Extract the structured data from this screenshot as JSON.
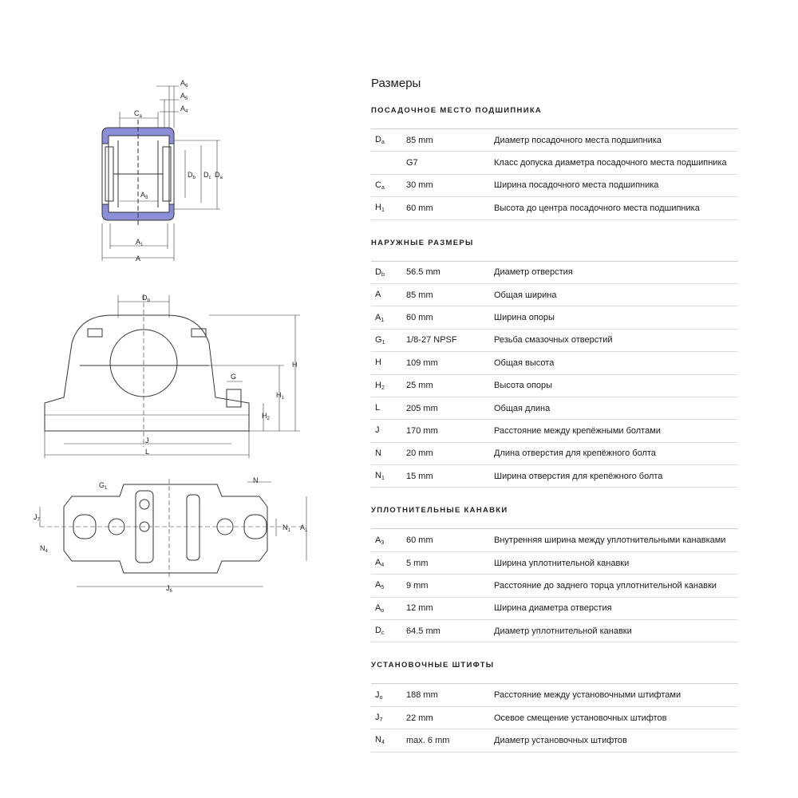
{
  "title": "Размеры",
  "sections": [
    {
      "title": "посадочное место подшипника",
      "rows": [
        {
          "sym": "D",
          "sub": "a",
          "value": "85 mm",
          "desc": "Диаметр посадочного места подшипника"
        },
        {
          "sym": "",
          "sub": "",
          "value": "G7",
          "desc": "Класс допуска диаметра посадочного места подшипника"
        },
        {
          "sym": "C",
          "sub": "a",
          "value": "30 mm",
          "desc": "Ширина посадочного места подшипника"
        },
        {
          "sym": "H",
          "sub": "1",
          "value": "60 mm",
          "desc": "Высота до центра посадочного места подшипника"
        }
      ]
    },
    {
      "title": "наружные размеры",
      "rows": [
        {
          "sym": "D",
          "sub": "b",
          "value": "56.5 mm",
          "desc": "Диаметр отверстия"
        },
        {
          "sym": "A",
          "sub": "",
          "value": "85 mm",
          "desc": "Общая ширина"
        },
        {
          "sym": "A",
          "sub": "1",
          "value": "60 mm",
          "desc": "Ширина опоры"
        },
        {
          "sym": "G",
          "sub": "1",
          "value": "1/8-27 NPSF",
          "desc": "Резьба смазочных отверстий"
        },
        {
          "sym": "H",
          "sub": "",
          "value": "109 mm",
          "desc": "Общая высота"
        },
        {
          "sym": "H",
          "sub": "2",
          "value": "25 mm",
          "desc": "Высота опоры"
        },
        {
          "sym": "L",
          "sub": "",
          "value": "205 mm",
          "desc": "Общая длина"
        },
        {
          "sym": "J",
          "sub": "",
          "value": "170 mm",
          "desc": "Расстояние между крепёжными болтами"
        },
        {
          "sym": "N",
          "sub": "",
          "value": "20 mm",
          "desc": "Длина отверстия для крепёжного болта"
        },
        {
          "sym": "N",
          "sub": "1",
          "value": "15 mm",
          "desc": "Ширина отверстия для крепёжного болта"
        }
      ]
    },
    {
      "title": "уплотнительные канавки",
      "rows": [
        {
          "sym": "A",
          "sub": "3",
          "value": "60 mm",
          "desc": "Внутренняя ширина между уплотнительными канавками"
        },
        {
          "sym": "A",
          "sub": "4",
          "value": "5 mm",
          "desc": "Ширина уплотнительной канавки"
        },
        {
          "sym": "A",
          "sub": "5",
          "value": "9 mm",
          "desc": "Расстояние до заднего торца уплотнительной канавки"
        },
        {
          "sym": "A",
          "sub": "o",
          "value": "12 mm",
          "desc": "Ширина диаметра отверстия"
        },
        {
          "sym": "D",
          "sub": "c",
          "value": "64.5 mm",
          "desc": "Диаметр уплотнительной канавки"
        }
      ]
    },
    {
      "title": "установочные штифты",
      "rows": [
        {
          "sym": "J",
          "sub": "o",
          "value": "188 mm",
          "desc": "Расстояние между установочными штифтами"
        },
        {
          "sym": "J",
          "sub": "7",
          "value": "22 mm",
          "desc": "Осевое смещение установочных штифтов"
        },
        {
          "sym": "N",
          "sub": "4",
          "value": "max. 6 mm",
          "desc": "Диаметр установочных штифтов"
        }
      ]
    }
  ],
  "drawing_labels": {
    "A6": {
      "s": "A",
      "b": "6"
    },
    "A5": {
      "s": "A",
      "b": "5"
    },
    "A4": {
      "s": "A",
      "b": "4"
    },
    "Ca": {
      "s": "C",
      "b": "a"
    },
    "Db_side": {
      "s": "D",
      "b": "b"
    },
    "Dc": {
      "s": "D",
      "b": "c"
    },
    "Da": {
      "s": "D",
      "b": "a"
    },
    "A3": {
      "s": "A",
      "b": "3"
    },
    "A1": {
      "s": "A",
      "b": "1"
    },
    "A": {
      "s": "A",
      "b": ""
    },
    "Db_front": {
      "s": "D",
      "b": "b"
    },
    "G": {
      "s": "G",
      "b": ""
    },
    "H": {
      "s": "H",
      "b": ""
    },
    "H1": {
      "s": "H",
      "b": "1"
    },
    "H2": {
      "s": "H",
      "b": "2"
    },
    "J": {
      "s": "J",
      "b": ""
    },
    "L": {
      "s": "L",
      "b": ""
    },
    "G1": {
      "s": "G",
      "b": "1"
    },
    "N": {
      "s": "N",
      "b": ""
    },
    "J7": {
      "s": "J",
      "b": "7"
    },
    "N1": {
      "s": "N",
      "b": "1"
    },
    "A1_top": {
      "s": "A",
      "b": "1"
    },
    "N4": {
      "s": "N",
      "b": "4"
    },
    "J6": {
      "s": "J",
      "b": "6"
    }
  },
  "colors": {
    "seal_blue": "#8b8fd8",
    "line": "#333333"
  }
}
